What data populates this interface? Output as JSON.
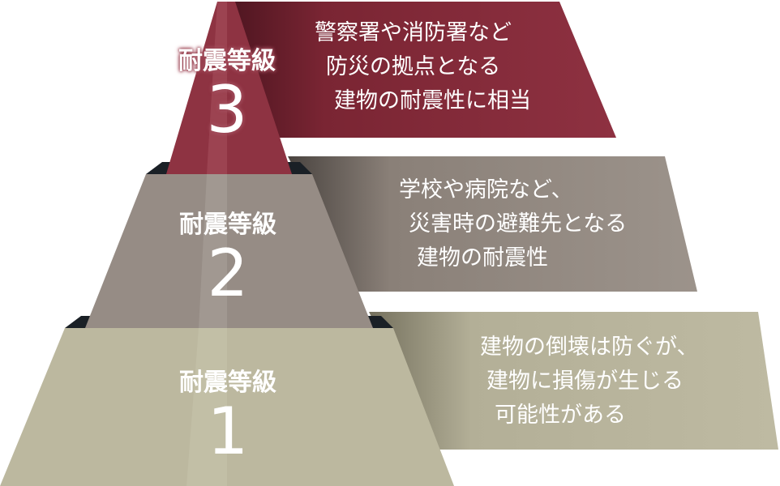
{
  "colors": {
    "level3": "#8b2f3c",
    "level2": "#9a9088",
    "level1": "#bdb9a0"
  },
  "levels": [
    {
      "label": "耐震等級",
      "number": "3",
      "lines": [
        "警察署や消防署など",
        "防災の拠点となる",
        "建物の耐震性に相当"
      ]
    },
    {
      "label": "耐震等級",
      "number": "2",
      "lines": [
        "学校や病院など、",
        "災害時の避難先となる",
        "建物の耐震性"
      ]
    },
    {
      "label": "耐震等級",
      "number": "1",
      "lines": [
        "建物の倒壊は防ぐが、",
        "建物に損傷が生じる",
        "可能性がある"
      ]
    }
  ]
}
